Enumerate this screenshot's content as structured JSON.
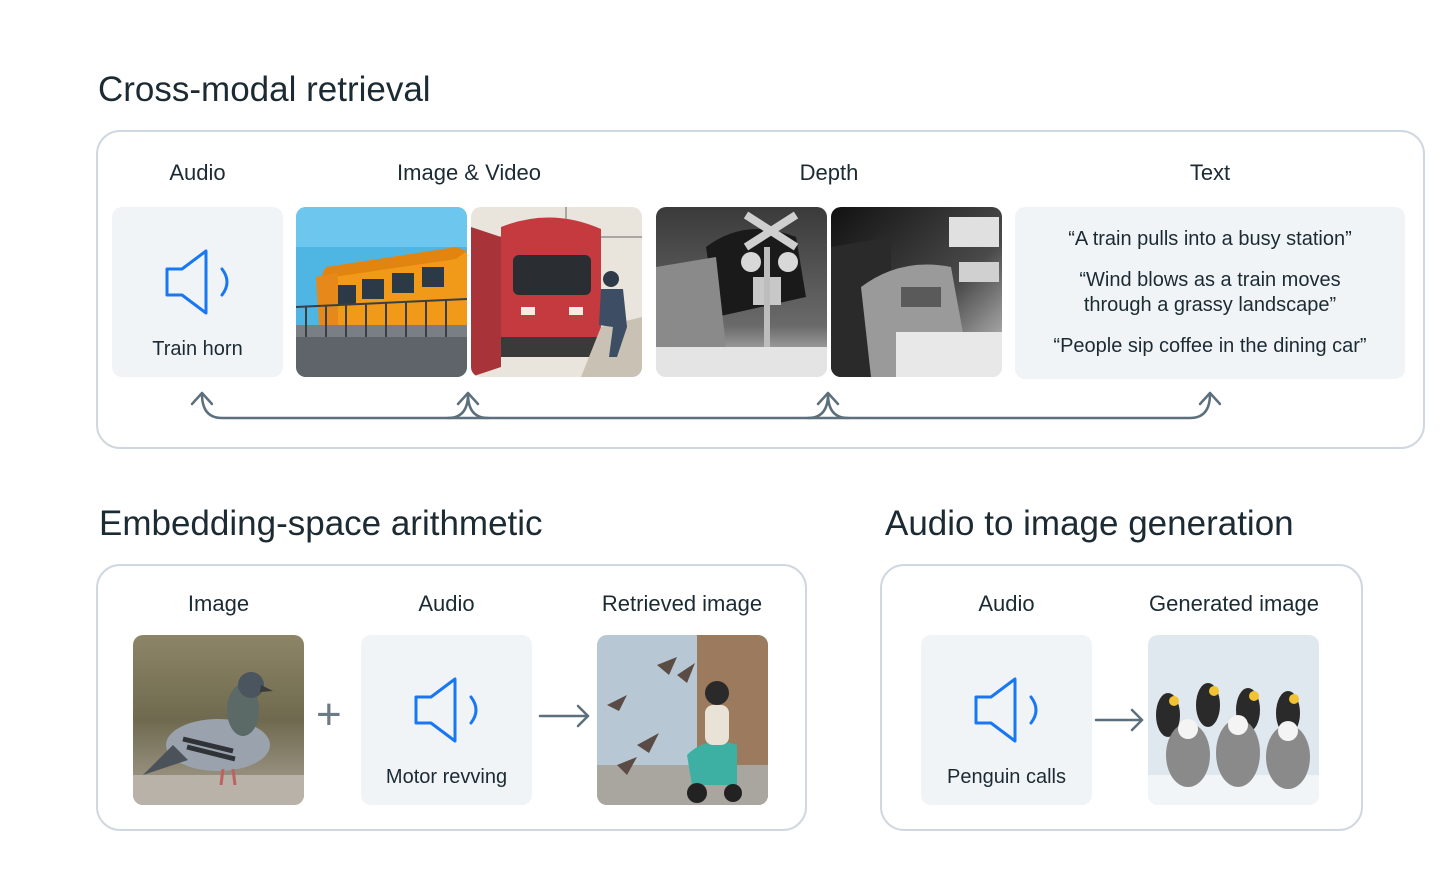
{
  "cross_modal": {
    "title": "Cross-modal retrieval",
    "labels": {
      "audio": "Audio",
      "image_video": "Image & Video",
      "depth": "Depth",
      "text": "Text"
    },
    "audio_caption": "Train horn",
    "quotes": [
      "“A train pulls into a busy station”",
      "“Wind blows as a train moves through a grassy landscape”",
      "“People sip coffee in the dining car”"
    ]
  },
  "arithmetic": {
    "title": "Embedding-space arithmetic",
    "labels": {
      "image": "Image",
      "audio": "Audio",
      "retrieved": "Retrieved image"
    },
    "audio_caption": "Motor revving",
    "operator": "+"
  },
  "generation": {
    "title": "Audio to image generation",
    "labels": {
      "audio": "Audio",
      "generated": "Generated image"
    },
    "audio_caption": "Penguin calls"
  },
  "colors": {
    "accent_blue": "#1877f2",
    "border": "#cfd8e0",
    "tile_bg": "#f1f4f7",
    "arrow": "#5b6f7d"
  }
}
